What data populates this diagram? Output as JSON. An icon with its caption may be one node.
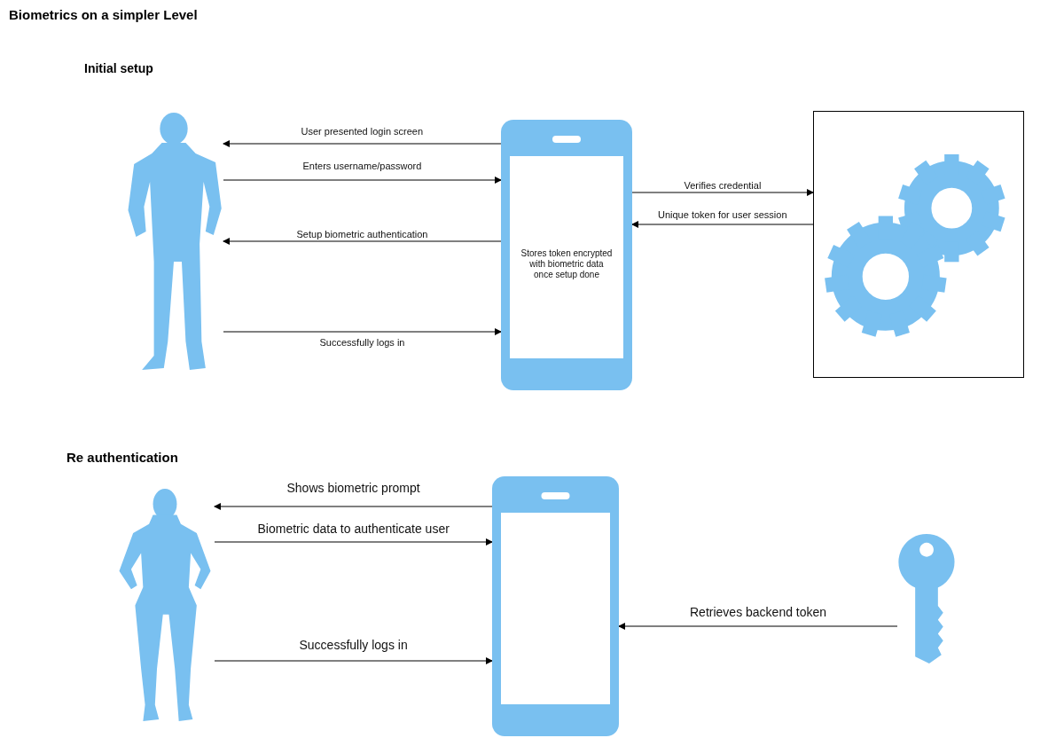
{
  "diagram": {
    "title": "Biometrics on a simpler Level",
    "nodes": [
      {
        "text": [],
        "shape": "person"
      },
      {
        "text": [
          "Stores token encrypted with biometric data once setup done"
        ]
      },
      {
        "text": [],
        "shape": "box"
      },
      {
        "text": [],
        "shape": "person"
      },
      {
        "text": [],
        "shape": "phone"
      },
      {
        "text": [],
        "shape": "key"
      }
    ],
    "edges": [
      {
        "from": 1,
        "to": 0,
        "arrow": "to",
        "label": "User presented login screen"
      },
      {
        "from": 0,
        "to": 1,
        "arrow": "to",
        "label": "Enters username/password"
      },
      {
        "from": 1,
        "to": 2,
        "arrow": "to",
        "label": "Verifies credential"
      },
      {
        "from": 2,
        "to": 1,
        "arrow": "to",
        "label": "Unique token for user session"
      },
      {
        "from": 1,
        "to": 0,
        "arrow": "to",
        "label": "Setup biometric authentication"
      },
      {
        "from": 0,
        "to": 1,
        "arrow": "to",
        "label": "Successfully logs in"
      },
      {
        "from": 4,
        "to": 3,
        "arrow": "to",
        "label": "Shows biometric prompt"
      },
      {
        "from": 3,
        "to": 4,
        "arrow": "to",
        "label": "Biometric data to authenticate user"
      },
      {
        "from": 5,
        "to": 4,
        "arrow": "to",
        "label": "Retrieves backend token"
      },
      {
        "from": 3,
        "to": 4,
        "arrow": "to",
        "label": "Successfully logs in"
      }
    ],
    "labels": [
      "Initial setup",
      "Re authentication"
    ]
  }
}
